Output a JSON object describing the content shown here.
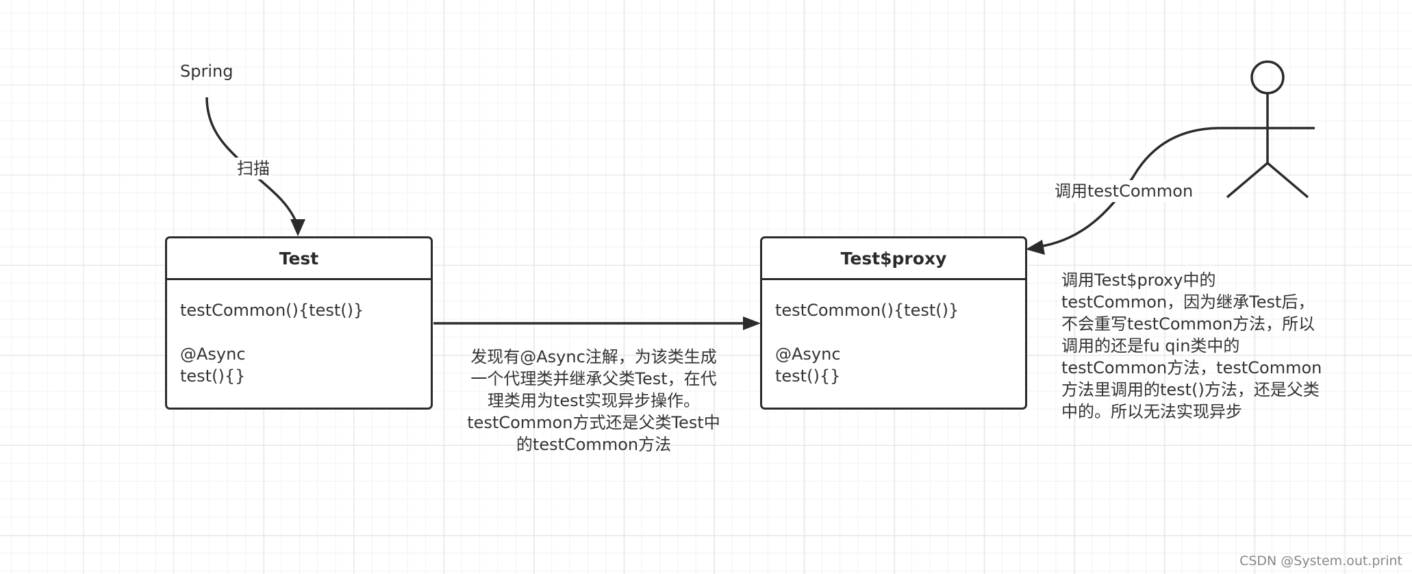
{
  "diagram": {
    "spring_label": "Spring",
    "scan_label": "扫描",
    "call_label": "调用testCommon",
    "test_box": {
      "title": "Test",
      "lines": [
        "testCommon(){test()}",
        "",
        "@Async",
        "test(){}"
      ]
    },
    "proxy_box": {
      "title": "Test$proxy",
      "lines": [
        "testCommon(){test()}",
        "",
        "@Async",
        "test(){}"
      ]
    },
    "middle_note": [
      "发现有@Async注解，为该类生成",
      "一个代理类并继承父类Test，在代",
      "理类用为test实现异步操作。",
      "testCommon方式还是父类Test中",
      "的testCommon方法"
    ],
    "right_note": [
      "调用Test$proxy中的",
      "testCommon，因为继承Test后，",
      "不会重写testCommon方法，所以",
      "调用的还是fu qin类中的",
      "testCommon方法，testCommon",
      "方法里调用的test()方法，还是父类",
      "中的。所以无法实现异步"
    ]
  },
  "watermark": "CSDN @System.out.print",
  "colors": {
    "stroke": "#2b2b2b",
    "text": "#333333",
    "grid": "#e2e2e2",
    "background": "#ffffff"
  }
}
